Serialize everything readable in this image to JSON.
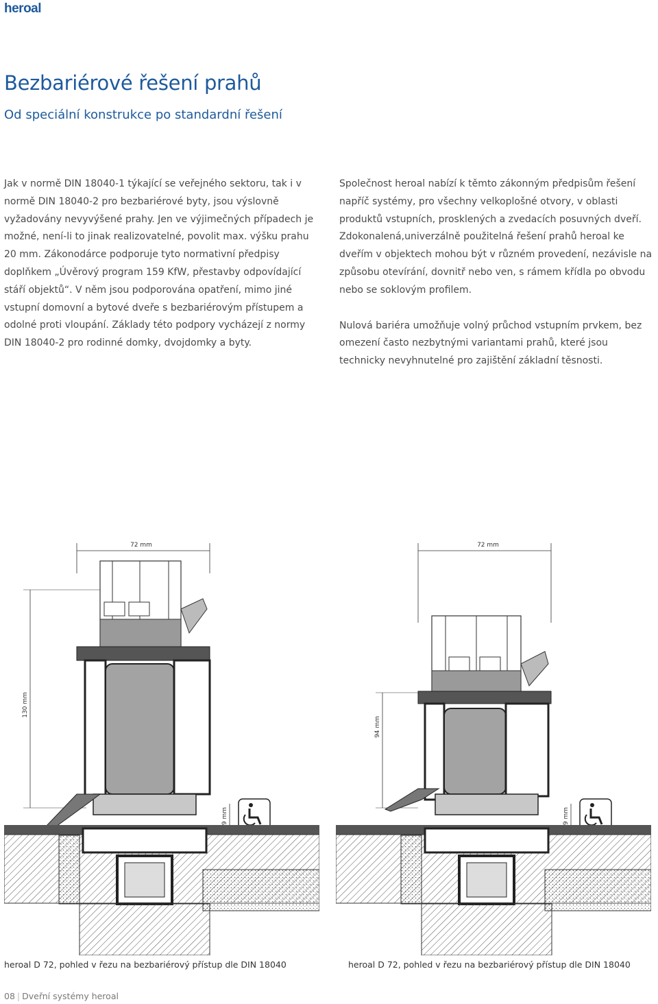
{
  "brand": {
    "logo_text": "heroal",
    "color": "#1d5a9c"
  },
  "header": {
    "title": "Bezbariérové řešení prahů",
    "subtitle": "Od speciální konstrukce po standardní řešení"
  },
  "body": {
    "left_paragraph": "Jak v normě DIN 18040-1 týkající se veřejného sektoru, tak i v normě DIN 18040-2 pro bezbariérové byty, jsou výslovně vyžadovány nevyvýšené prahy. Jen ve výjimečných případech je možné, není-li to jinak realizovatelné, povolit max. výšku prahu 20 mm. Zákonodárce podporuje tyto normativní předpisy doplňkem „Úvěrový program 159 KfW, přestavby odpovídající stáří objektů“. V něm jsou podporována opatření, mimo jiné vstupní domovní a bytové dveře s bezbariérovým přístupem a odolné proti vloupání. Základy této podpory vycházejí z normy DIN 18040-2 pro rodinné domky, dvojdomky a byty.",
    "right_paragraph_1": "Společnost heroal nabízí k těmto zákonným předpisům řešení napříč systémy, pro všechny velkoplošné otvory, v oblasti produktů vstupních, prosklených a zvedacích posuvných dveří. Zdokonalená,univerzálně použitelná řešení prahů heroal ke dveřím v objektech mohou být v různém provedení, nezávisle na způsobu otevírání, dovnitř nebo ven, s rámem křídla po obvodu nebo se soklovým profilem.",
    "right_paragraph_2": "Nulová bariéra umožňuje volný průchod vstupním prvkem, bez omezení často nezbytnými variantami prahů, které jsou technicky nevyhnutelné pro zajištění základní těsnosti."
  },
  "drawings": [
    {
      "width_label": "72 mm",
      "height_label": "130 mm",
      "threshold_label": "9 mm",
      "accessibility_icon": "wheelchair-icon",
      "caption": "heroal D 72, pohled v řezu na bezbariérový přístup dle DIN 18040"
    },
    {
      "width_label": "72 mm",
      "height_label": "94 mm",
      "threshold_label": "9 mm",
      "accessibility_icon": "wheelchair-icon",
      "caption": "heroal D 72, pohled v řezu na bezbariérový přístup dle DIN 18040"
    }
  ],
  "footer": {
    "page_number": "08",
    "section": "Dveřní systémy heroal"
  }
}
